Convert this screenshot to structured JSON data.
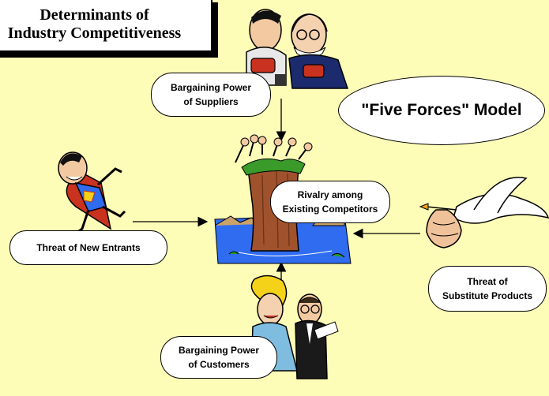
{
  "title": {
    "line1": "Determinants of",
    "line2": "Industry Competitiveness"
  },
  "model_label": "\"Five Forces\" Model",
  "forces": {
    "suppliers": {
      "line1": "Bargaining Power",
      "line2": "of Suppliers"
    },
    "rivalry": {
      "line1": "Rivalry among",
      "line2": "Existing Competitors"
    },
    "new_entrants": {
      "line1": "Threat of New Entrants"
    },
    "substitutes": {
      "line1": "Threat of",
      "line2": "Substitute Products"
    },
    "customers": {
      "line1": "Bargaining Power",
      "line2": "of Customers"
    }
  },
  "colors": {
    "background": "#fefdb8",
    "water": "#2f6cf0",
    "cliff": "#a0522d",
    "outline": "#000000"
  }
}
